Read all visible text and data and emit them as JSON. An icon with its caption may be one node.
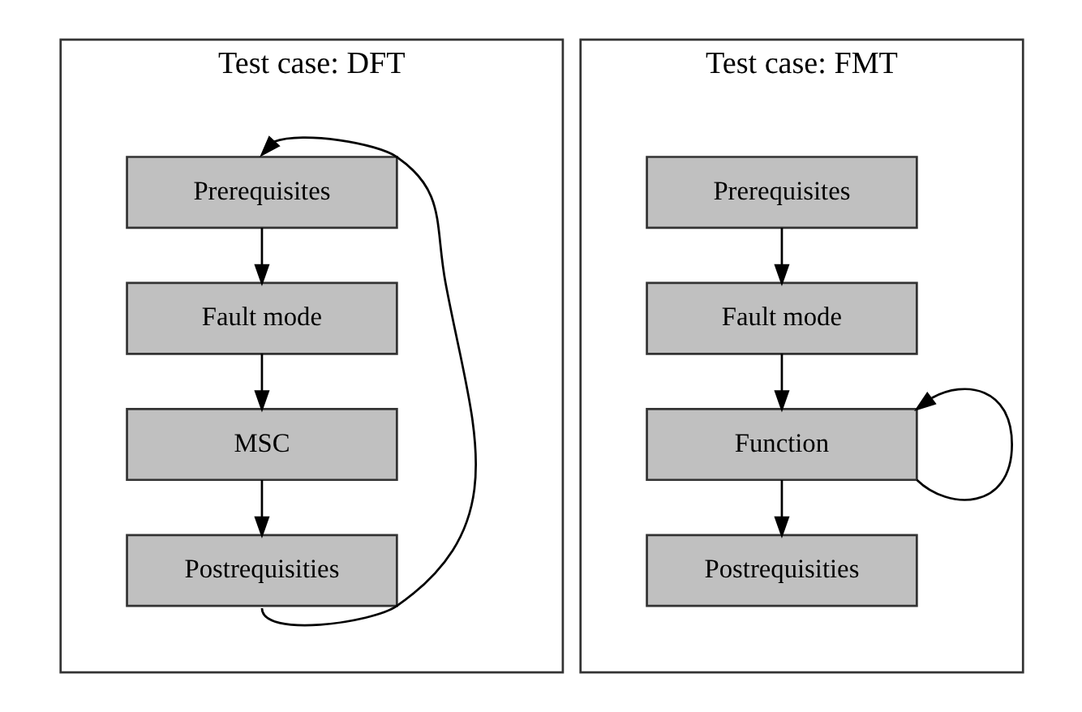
{
  "diagram": {
    "nodes": [
      {
        "text": [
          "Test case: DFT"
        ]
      },
      {
        "text": [
          "Prerequisites"
        ],
        "in": 0
      },
      {
        "text": [
          "Fault mode"
        ],
        "in": 0
      },
      {
        "text": [
          "MSC"
        ],
        "in": 0
      },
      {
        "text": [
          "Postrequisities"
        ],
        "in": 0
      },
      {
        "text": [
          "Test case: FMT"
        ]
      },
      {
        "text": [
          "Prerequisites"
        ],
        "in": 5
      },
      {
        "text": [
          "Fault mode"
        ],
        "in": 5
      },
      {
        "text": [
          "Function"
        ],
        "in": 5
      },
      {
        "text": [
          "Postrequisities"
        ],
        "in": 5
      }
    ],
    "edges": [
      {
        "from": 1,
        "to": 2,
        "arrow": "to"
      },
      {
        "from": 2,
        "to": 3,
        "arrow": "to"
      },
      {
        "from": 3,
        "to": 4,
        "arrow": "to"
      },
      {
        "from": 4,
        "to": 1,
        "arrow": "to"
      },
      {
        "from": 6,
        "to": 7,
        "arrow": "to"
      },
      {
        "from": 7,
        "to": 8,
        "arrow": "to"
      },
      {
        "from": 8,
        "to": 8,
        "arrow": "to"
      },
      {
        "from": 8,
        "to": 9,
        "arrow": "to"
      }
    ]
  }
}
